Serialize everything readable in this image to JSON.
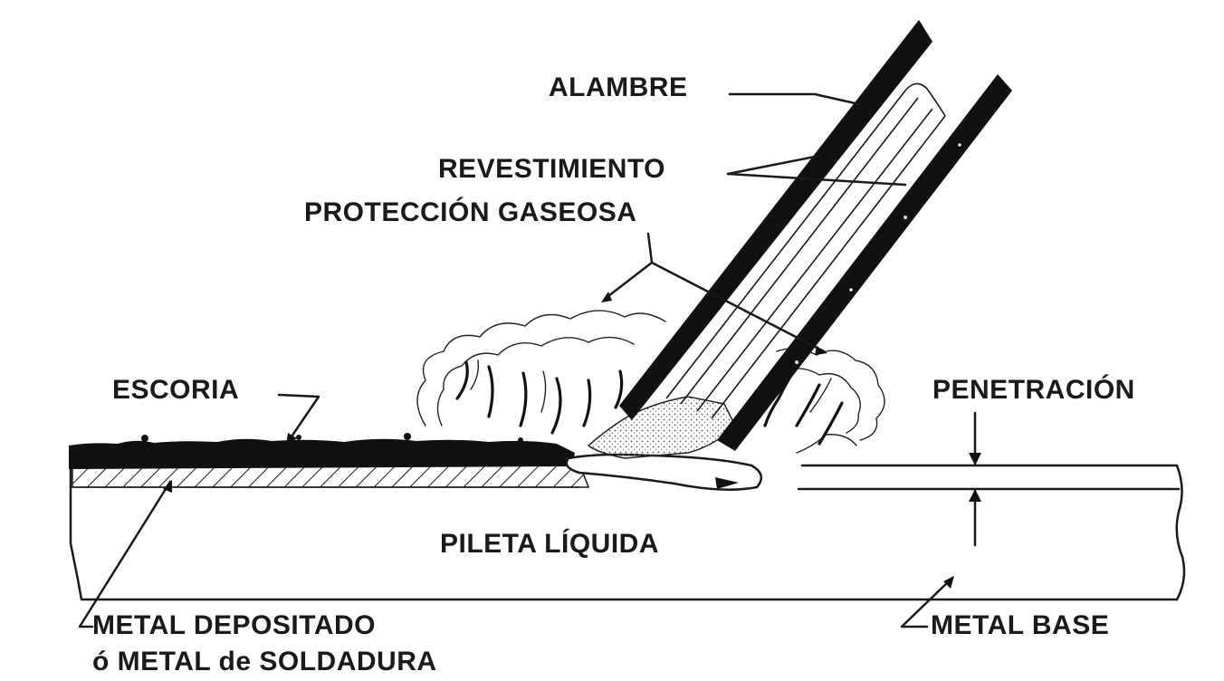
{
  "labels": {
    "alambre": "ALAMBRE",
    "revestimiento": "REVESTIMIENTO",
    "proteccion_gaseosa": "PROTECCIÓN GASEOSA",
    "escoria": "ESCORIA",
    "penetracion": "PENETRACIÓN",
    "pileta_liquida": "PILETA LÍQUIDA",
    "metal_depositado_line1": "METAL DEPOSITADO",
    "metal_depositado_line2": "ó METAL de SOLDADURA",
    "metal_base": "METAL BASE"
  },
  "colors": {
    "ink": "#1a1a1a",
    "background": "#ffffff"
  }
}
